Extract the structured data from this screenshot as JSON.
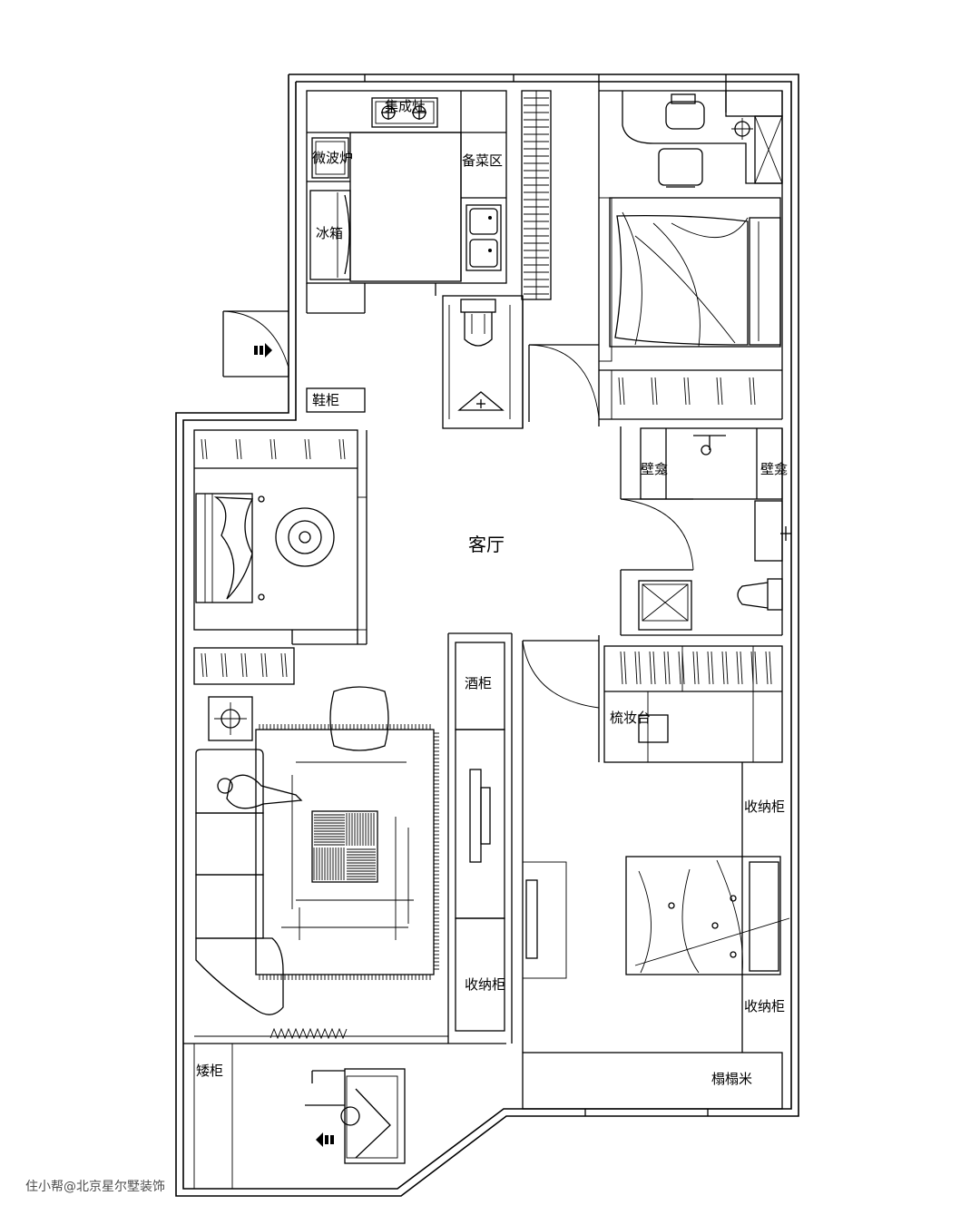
{
  "rooms": {
    "integrated_stove": "集成灶",
    "microwave": "微波炉",
    "prep_area": "备菜区",
    "fridge": "冰箱",
    "shoe_cabinet": "鞋柜",
    "living_room": "客厅",
    "niche_left": "壁龛",
    "niche_right": "壁龛",
    "wine_cabinet": "酒柜",
    "dresser": "梳妆台",
    "storage_1": "收纳柜",
    "storage_2": "收纳柜",
    "storage_3": "收纳柜",
    "tatami": "榻榻米",
    "low_cabinet": "矮柜"
  },
  "watermark": "住小帮@北京星尔墅装饰"
}
